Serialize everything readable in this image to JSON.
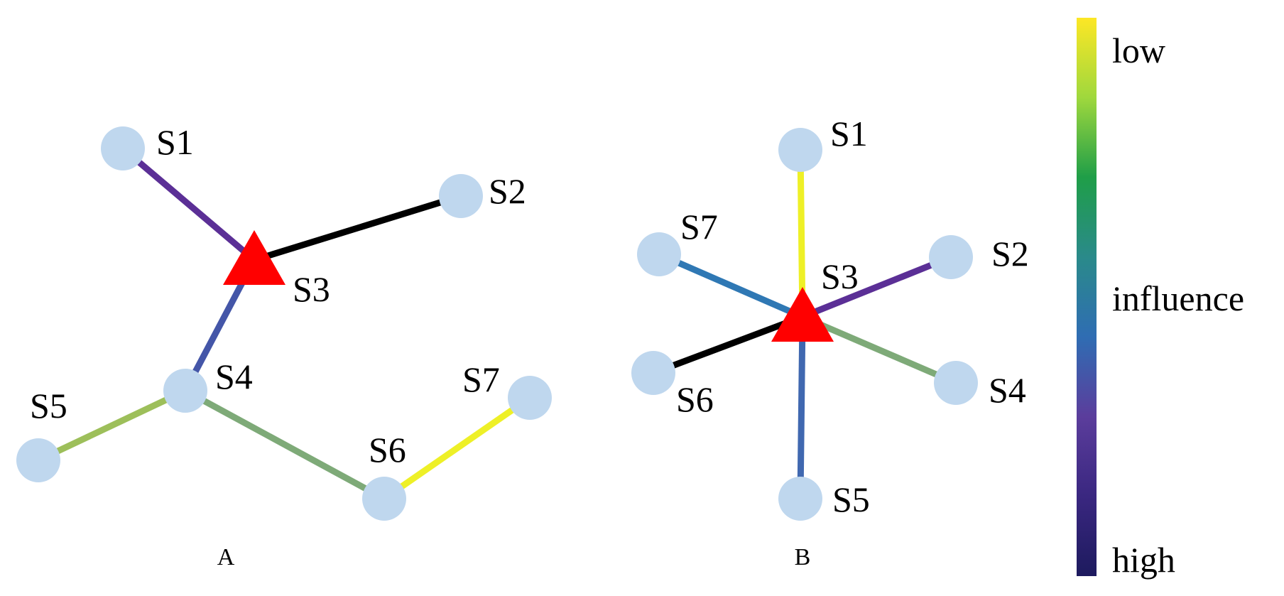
{
  "colorbar": {
    "low_label": "low",
    "mid_label": "influence",
    "high_label": "high",
    "stops": [
      "#fde725",
      "#9fd83d",
      "#1f9e48",
      "#2a8a8a",
      "#2f6db3",
      "#5b3d9c",
      "#3a2780",
      "#1d1a5e"
    ]
  },
  "panels": [
    {
      "label": "A",
      "nodes": [
        {
          "id": "S1",
          "label": "S1",
          "shape": "circle"
        },
        {
          "id": "S2",
          "label": "S2",
          "shape": "circle"
        },
        {
          "id": "S3",
          "label": "S3",
          "shape": "triangle"
        },
        {
          "id": "S4",
          "label": "S4",
          "shape": "circle"
        },
        {
          "id": "S5",
          "label": "S5",
          "shape": "circle"
        },
        {
          "id": "S6",
          "label": "S6",
          "shape": "circle"
        },
        {
          "id": "S7",
          "label": "S7",
          "shape": "circle"
        }
      ],
      "edges": [
        {
          "from": "S1",
          "to": "S3",
          "color": "#5b2f96"
        },
        {
          "from": "S2",
          "to": "S3",
          "color": "#000000"
        },
        {
          "from": "S3",
          "to": "S4",
          "color": "#4456a8"
        },
        {
          "from": "S4",
          "to": "S5",
          "color": "#9dbf5a"
        },
        {
          "from": "S4",
          "to": "S6",
          "color": "#7eaa78"
        },
        {
          "from": "S6",
          "to": "S7",
          "color": "#eef027"
        }
      ]
    },
    {
      "label": "B",
      "nodes": [
        {
          "id": "S1",
          "label": "S1",
          "shape": "circle"
        },
        {
          "id": "S2",
          "label": "S2",
          "shape": "circle"
        },
        {
          "id": "S3",
          "label": "S3",
          "shape": "triangle"
        },
        {
          "id": "S4",
          "label": "S4",
          "shape": "circle"
        },
        {
          "id": "S5",
          "label": "S5",
          "shape": "circle"
        },
        {
          "id": "S6",
          "label": "S6",
          "shape": "circle"
        },
        {
          "id": "S7",
          "label": "S7",
          "shape": "circle"
        }
      ],
      "edges": [
        {
          "from": "S1",
          "to": "S3",
          "color": "#eef027"
        },
        {
          "from": "S2",
          "to": "S3",
          "color": "#5b2f96"
        },
        {
          "from": "S4",
          "to": "S3",
          "color": "#7eaa78"
        },
        {
          "from": "S5",
          "to": "S3",
          "color": "#4068b0"
        },
        {
          "from": "S6",
          "to": "S3",
          "color": "#000000"
        },
        {
          "from": "S7",
          "to": "S3",
          "color": "#2f78b4"
        }
      ]
    }
  ],
  "styles": {
    "node_fill": "#bfd7ee",
    "hub_fill": "#ff0000"
  }
}
